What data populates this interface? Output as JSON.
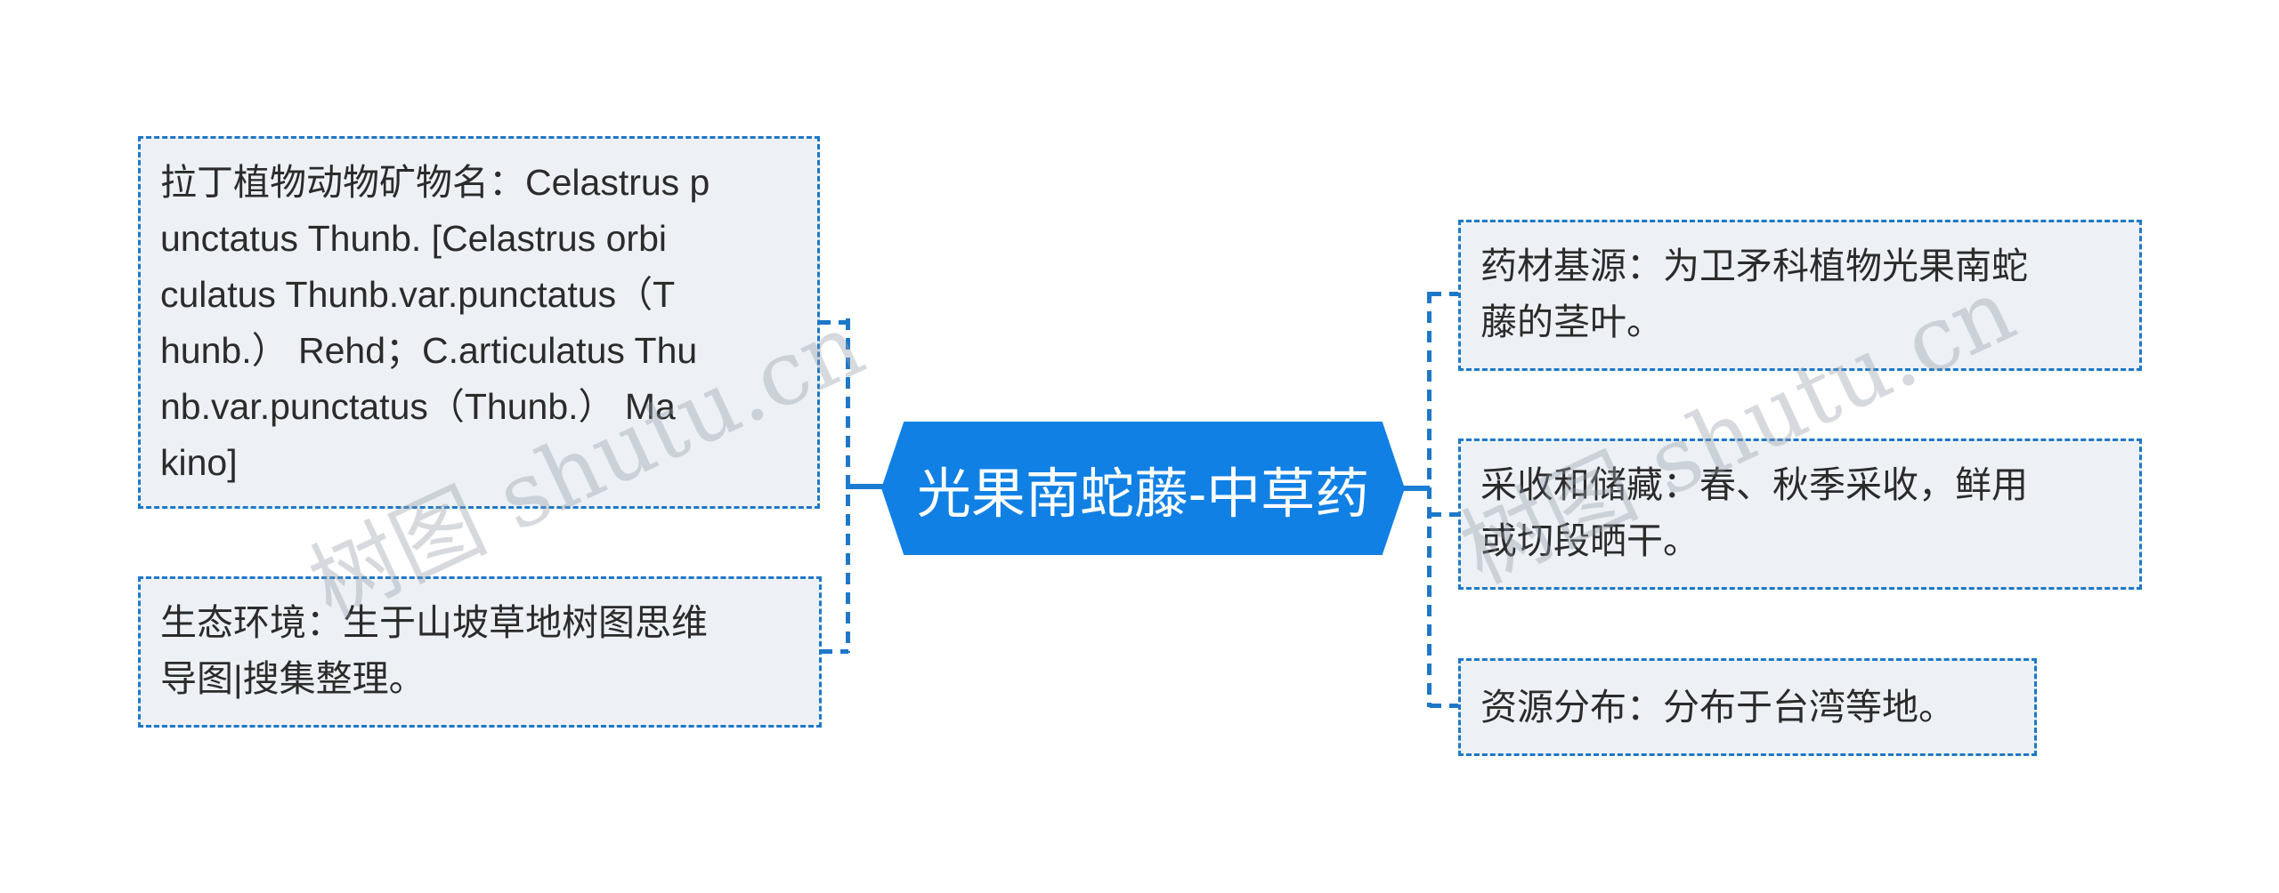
{
  "diagram": {
    "title_node": {
      "label": "光果南蛇藤-中草药",
      "fill_color": "#1180e4",
      "text_color": "#ffffff"
    },
    "left_branch": [
      {
        "id": "latin-name",
        "text": "拉丁植物动物矿物名：Celastrus p\nunctatus Thunb.  [Celastrus orbi\nculatus Thunb.var.punctatus（T\nhunb.） Rehd；C.articulatus Thu\nnb.var.punctatus（Thunb.） Ma\nkino]"
      },
      {
        "id": "ecology",
        "text": "生态环境：生于山坡草地树图思维\n导图|搜集整理。"
      }
    ],
    "right_branch": [
      {
        "id": "source",
        "text": "药材基源：为卫矛科植物光果南蛇\n藤的茎叶。"
      },
      {
        "id": "harvest",
        "text": "采收和储藏：春、秋季采收，鲜用\n或切段晒干。"
      },
      {
        "id": "distribution",
        "text": "资源分布：分布于台湾等地。"
      }
    ],
    "style": {
      "box_background": "#edf1f5",
      "box_border_color": "#1e78c8",
      "connector_color": "#1b7cd4",
      "box_text_color": "#2b2b2b"
    }
  },
  "watermark": {
    "text": "树图 shutu.cn",
    "color": "#949ea8"
  }
}
